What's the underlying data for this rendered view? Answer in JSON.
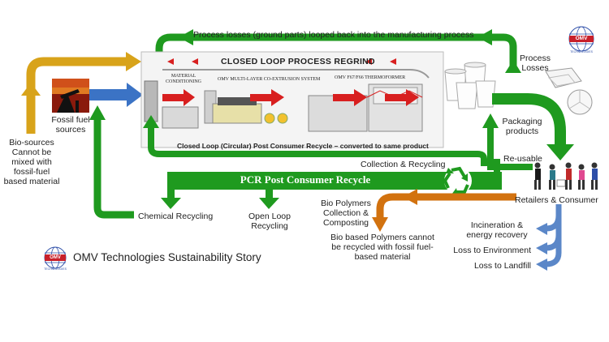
{
  "header": {
    "process_losses_loop": "Process losses (ground parts) looped back into the manufacturing process",
    "closed_loop_regrind": "CLOSED LOOP PROCESS REGRIND",
    "material_conditioning": "MATERIAL\nCONDITIONING",
    "coextrusion": "OMV MULTI-LAYER CO-EXTRUSION SYSTEM",
    "thermoformer": "OMV F67/F66 THERMOFORMER",
    "pcr_closed_loop": "Closed Loop (Circular) Post Consumer Recycle – converted to same product"
  },
  "left": {
    "bio_sources": "Bio-sources\nCannot be\nmixed with\nfossil-fuel\nbased material",
    "fossil_fuel": "Fossil fuel\nsources"
  },
  "right": {
    "process_losses": "Process\nLosses",
    "packaging_products": "Packaging\nproducts",
    "reusable": "Re-usable",
    "retailers": "Retailers & Consumer",
    "incineration": "Incineration &\nenergy recovery",
    "loss_environment": "Loss to Environment",
    "loss_landfill": "Loss to Landfill"
  },
  "middle": {
    "collection_recycling": "Collection & Recycling",
    "pcr_banner": "PCR Post Consumer Recycle",
    "chemical_recycling": "Chemical Recycling",
    "open_loop": "Open Loop\nRecycling",
    "bio_polymers": "Bio Polymers\nCollection &\nComposting",
    "bio_based_note": "Bio based Polymers cannot\nbe recycled with fossil fuel-\nbased material"
  },
  "footer": {
    "title": "OMV Technologies Sustainability Story",
    "logo_text": "OMV",
    "logo_sub": "TECHNOLOGIES"
  },
  "colors": {
    "green": "#1f9a1f",
    "gold": "#d8a31a",
    "blue": "#3b73c5",
    "orange": "#d2720f",
    "red": "#d81f1f",
    "steel_blue": "#5b87c8"
  }
}
